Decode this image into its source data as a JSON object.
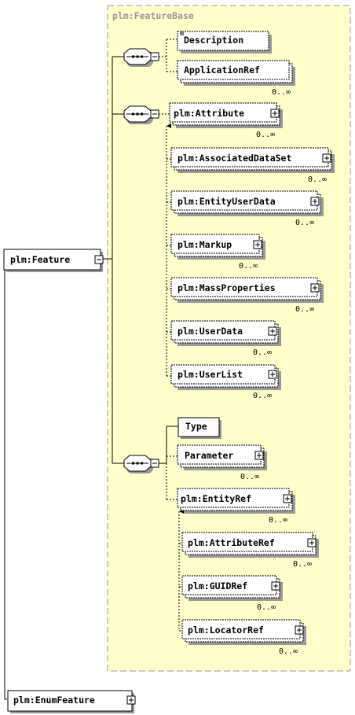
{
  "group": {
    "title": "plm:FeatureBase",
    "fill": "#ffffcc"
  },
  "root": {
    "label": "plm:Feature"
  },
  "derived": {
    "label": "plm:EnumFeature"
  },
  "seq1": {
    "elements": [
      {
        "label": "Description"
      },
      {
        "label": "ApplicationRef",
        "occurs": "0..∞"
      }
    ]
  },
  "seq2": {
    "head": {
      "label": "plm:Attribute",
      "occurs": "0..∞"
    },
    "substitutions": [
      {
        "label": "plm:AssociatedDataSet",
        "occurs": "0..∞"
      },
      {
        "label": "plm:EntityUserData",
        "occurs": "0..∞"
      },
      {
        "label": "plm:Markup",
        "occurs": "0..∞"
      },
      {
        "label": "plm:MassProperties",
        "occurs": "0..∞"
      },
      {
        "label": "plm:UserData",
        "occurs": "0..∞"
      },
      {
        "label": "plm:UserList",
        "occurs": "0..∞"
      }
    ]
  },
  "seq3": {
    "elements": [
      {
        "label": "Type"
      },
      {
        "label": "Parameter",
        "occurs": "0..∞"
      }
    ],
    "head": {
      "label": "plm:EntityRef",
      "occurs": "0..∞"
    },
    "substitutions": [
      {
        "label": "plm:AttributeRef",
        "occurs": "0..∞"
      },
      {
        "label": "plm:GUIDRef",
        "occurs": "0..∞"
      },
      {
        "label": "plm:LocatorRef",
        "occurs": "0..∞"
      }
    ]
  }
}
